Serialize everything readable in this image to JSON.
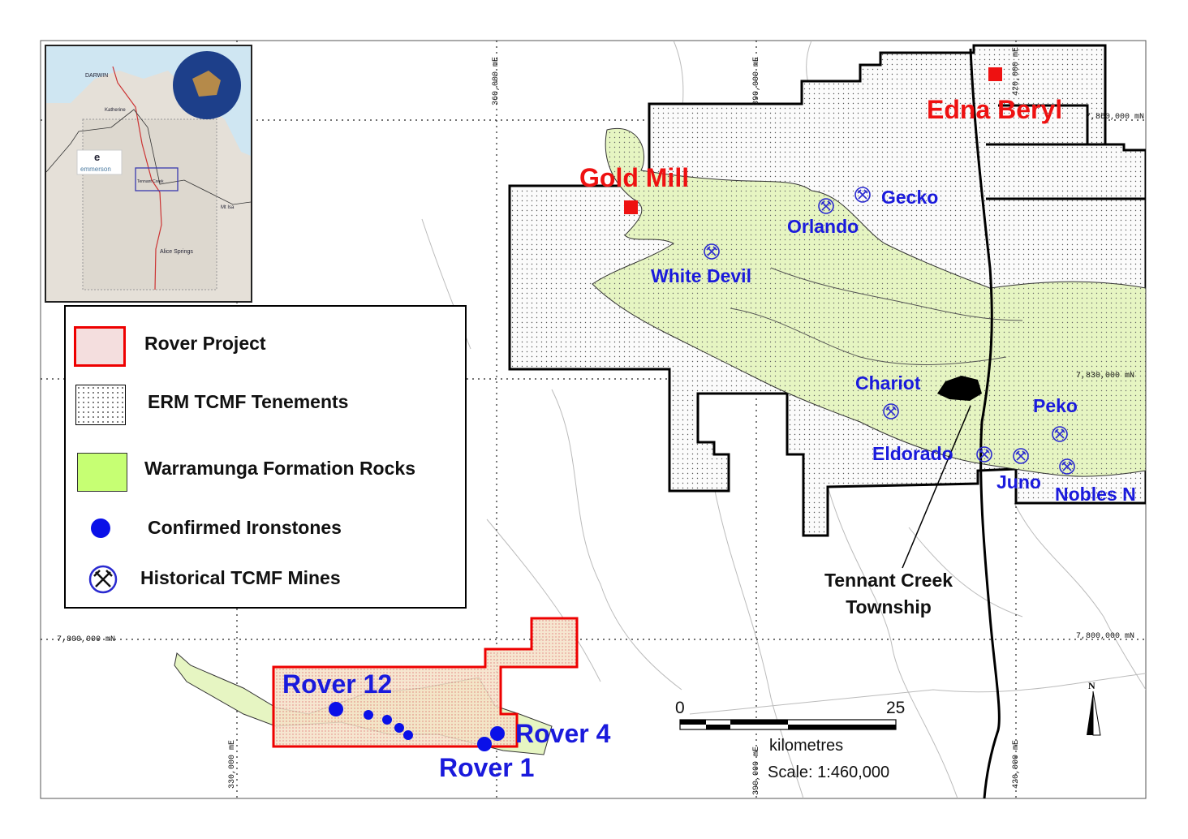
{
  "map": {
    "grid_labels": {
      "e_330": "330,000 mE",
      "e_360": "360,000 mE",
      "e_390_top": "390,000 mE",
      "e_420_top": "420,000 mE",
      "e_390_bottom": "390,000 mE",
      "e_420_bottom": "420,000 mE",
      "n_7860": "7,860,000 mN",
      "n_7830": "7,830,000 mN",
      "n_7800_left": "7,800,000 mN",
      "n_7800_right": "7,800,000 mN"
    },
    "sites": {
      "gold_mill": "Gold Mill",
      "edna_beryl": "Edna Beryl"
    },
    "mines": [
      "Gecko",
      "Orlando",
      "White Devil",
      "Chariot",
      "Peko",
      "Eldorado",
      "Juno",
      "Nobles N"
    ],
    "prospects": [
      "Rover 12",
      "Rover 4",
      "Rover 1"
    ],
    "township": [
      "Tennant Creek",
      "Township"
    ],
    "scale": {
      "start": "0",
      "end": "25",
      "unit": "kilometres",
      "ratio": "Scale: 1:460,000"
    },
    "north": "N"
  },
  "inset": {
    "labels": [
      "DARWIN",
      "Katherine",
      "Tennant Creek",
      "Mt Isa",
      "Alice Springs"
    ],
    "logo": "emmerson"
  },
  "legend": {
    "items": [
      {
        "label": "Rover Project"
      },
      {
        "label": "ERM TCMF Tenements"
      },
      {
        "label": "Warramunga Formation Rocks"
      },
      {
        "label": "Confirmed Ironstones"
      },
      {
        "label": "Historical TCMF Mines"
      }
    ]
  },
  "colors": {
    "site_red": "#ee1111",
    "label_blue": "#1a1adc",
    "warramunga_green": "#e6f5c2",
    "legend_green": "#c6ff73",
    "ironstone_blue": "#0a10e8"
  }
}
